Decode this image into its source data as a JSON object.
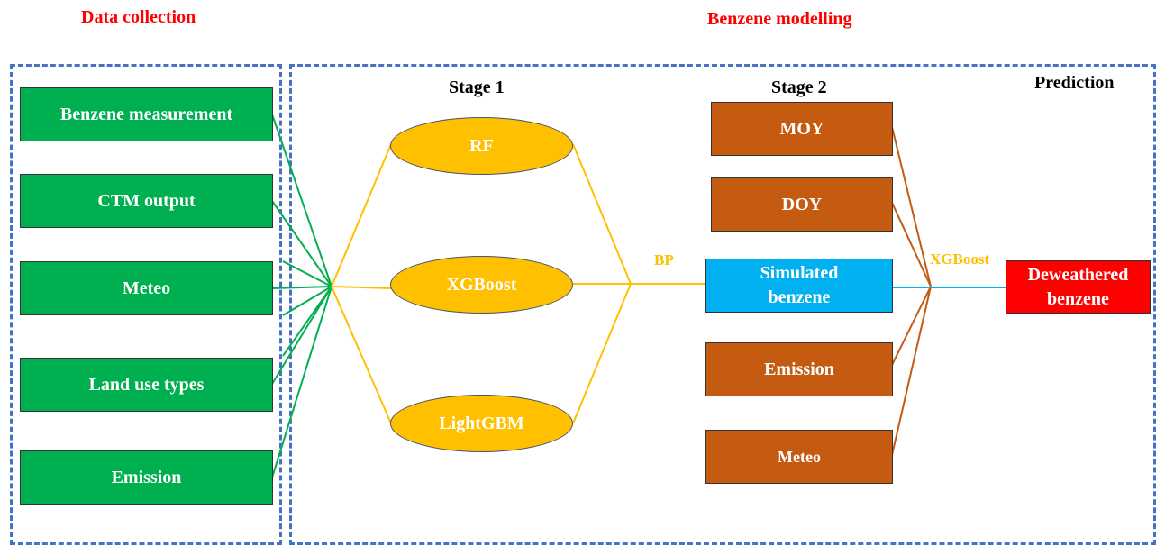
{
  "sections": {
    "data_collection": "Data collection",
    "benzene_modelling": "Benzene modelling"
  },
  "stages": {
    "stage1": "Stage 1",
    "stage2": "Stage 2",
    "prediction": "Prediction"
  },
  "inputs": [
    "Benzene measurement",
    "CTM output",
    "Meteo",
    "Land use types",
    "Emission"
  ],
  "stage1_models": [
    "RF",
    "XGBoost",
    "LightGBM"
  ],
  "stage1_ensemble_label": "BP",
  "stage2_inputs": [
    "MOY",
    "DOY",
    "Simulated benzene",
    "Emission",
    "Meteo"
  ],
  "stage2_model_label": "XGBoost",
  "output": "Deweathered benzene",
  "colors": {
    "input": "#00b050",
    "stage1": "#ffc000",
    "stage2_feature": "#c55a11",
    "simulated": "#00b0f0",
    "output": "#ff0000",
    "frame": "#4472c4"
  }
}
